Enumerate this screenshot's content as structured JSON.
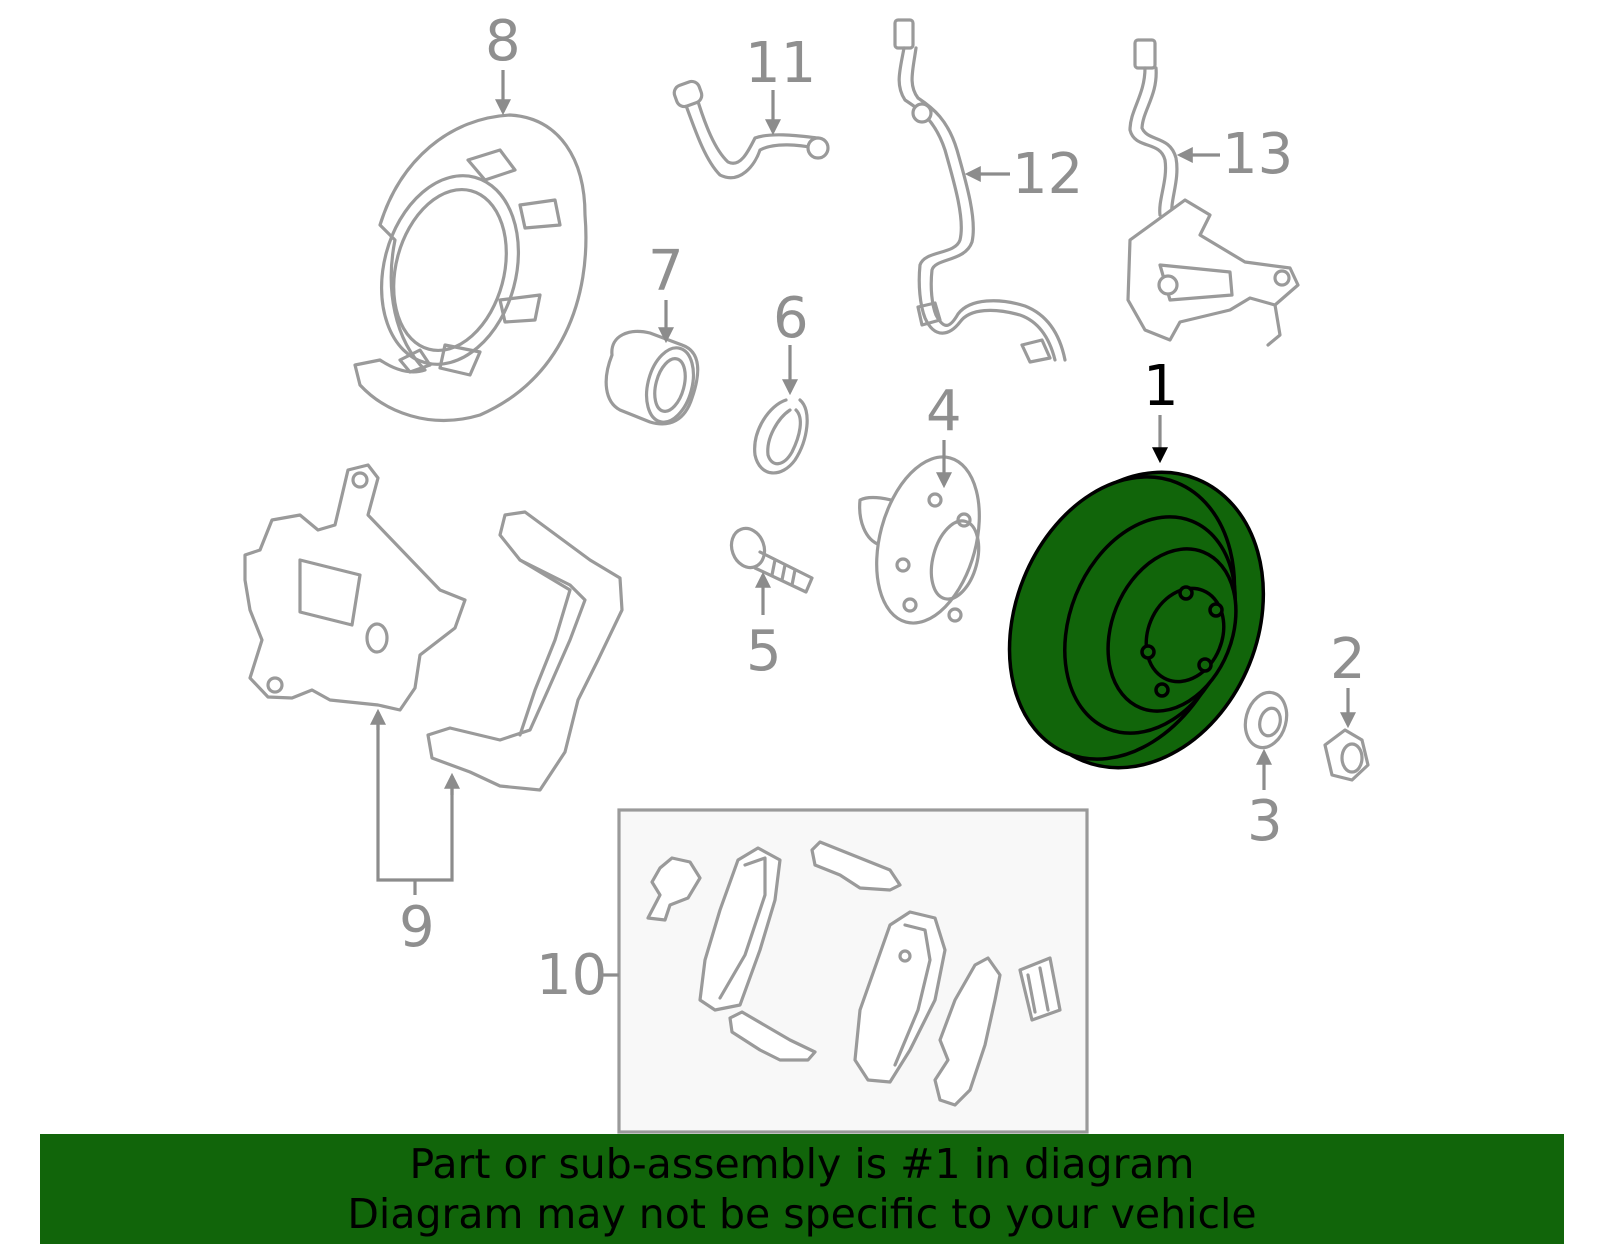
{
  "diagram": {
    "callouts": [
      "1",
      "2",
      "3",
      "4",
      "5",
      "6",
      "7",
      "8",
      "9",
      "10",
      "11",
      "12",
      "13"
    ],
    "highlighted_callout": "1",
    "highlight_color": "#11650a",
    "line_color": "#9a9a9a"
  },
  "banner": {
    "line1": "Part or sub-assembly is #1 in diagram",
    "line2": "Diagram may not be specific to your vehicle",
    "background": "#11650a"
  }
}
